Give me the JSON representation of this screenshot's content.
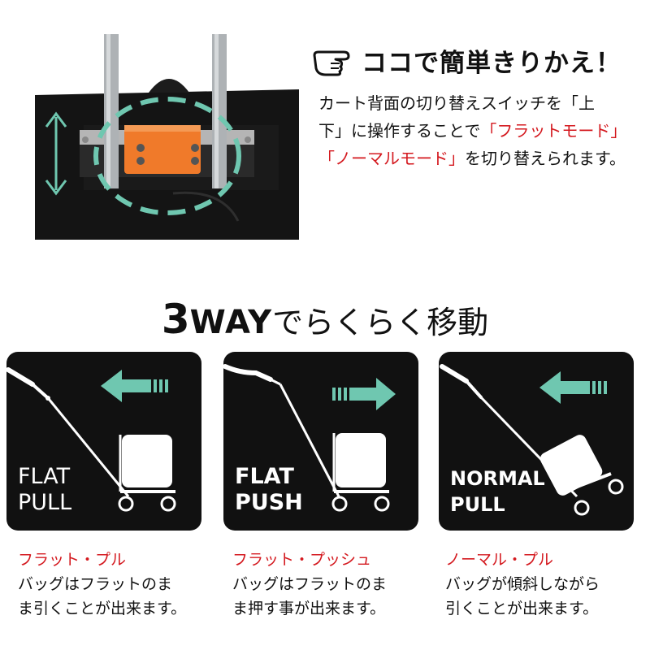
{
  "headline": {
    "title": "ココで簡単きりかえ！",
    "hand_icon": "pointing-hand-icon"
  },
  "description": {
    "line1": "カート背面の切り替えスイッチを「上",
    "line2_prefix": "下」に操作することで",
    "line2_red": "「フラットモード」",
    "line3_red": "「ノーマルモード」",
    "line3_suffix": "を切り替えられます。"
  },
  "section": {
    "title_number": "3",
    "title_way": "WAY",
    "title_rest": "でらくらく移動"
  },
  "colors": {
    "accent_teal": "#6fc7b0",
    "switch_orange": "#f07a2a",
    "caption_red": "#d4191f",
    "panel_black": "#111111"
  },
  "modes": [
    {
      "label_line1": "FLAT",
      "label_line2": "PULL",
      "arrow_direction": "left",
      "caption_title": "フラット・プル",
      "caption_line1": "バッグはフラットのま",
      "caption_line2": "ま引くことが出来ます。"
    },
    {
      "label_line1": "FLAT",
      "label_line2": "PUSH",
      "arrow_direction": "right",
      "caption_title": "フラット・プッシュ",
      "caption_line1": "バッグはフラットのま",
      "caption_line2": "ま押す事が出来ます。"
    },
    {
      "label_line1": "NORMAL",
      "label_line2": "PULL",
      "arrow_direction": "left",
      "caption_title": "ノーマル・プル",
      "caption_line1": "バッグが傾斜しながら",
      "caption_line2": "引くことが出来ます。"
    }
  ]
}
